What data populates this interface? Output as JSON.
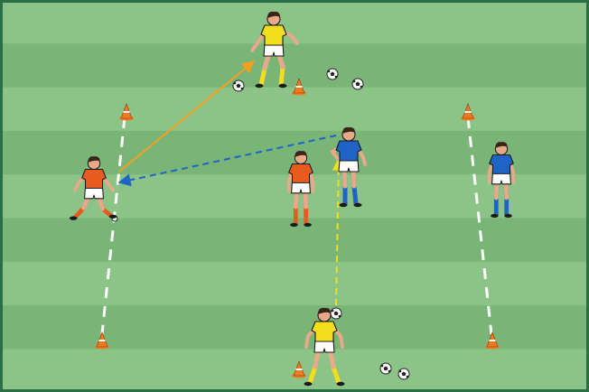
{
  "diagram": {
    "colors": {
      "frame": "#2a6e45",
      "stripe_light": "#8cc387",
      "stripe_dark": "#79b577",
      "team_red": "#e85a1e",
      "team_red_shorts": "#ffffff",
      "team_blue": "#1f63c6",
      "team_blue_shorts": "#ffffff",
      "neutral_yellow": "#f2de1f",
      "neutral_yellow_shorts": "#ffffff",
      "skin": "#e7a98a",
      "hair": "#3a2418",
      "sock_red": "#e85a1e",
      "sock_blue": "#1f63c6",
      "sock_yellow": "#f2de1f",
      "cone": "#f07a20",
      "cone_stripe": "#ffffff",
      "line_white": "#ffffff",
      "arrow_orange": "#f3a020",
      "arrow_blue": "#1f63c6",
      "arrow_yellow": "#f2de1f"
    },
    "players": [
      {
        "id": "yellow-top",
        "team": "yellow",
        "pose": "run-right"
      },
      {
        "id": "yellow-bottom",
        "team": "yellow",
        "pose": "back"
      },
      {
        "id": "red-left",
        "team": "red",
        "pose": "crouch"
      },
      {
        "id": "red-center",
        "team": "red",
        "pose": "stand"
      },
      {
        "id": "blue-center",
        "team": "blue",
        "pose": "header"
      },
      {
        "id": "blue-right",
        "team": "blue",
        "pose": "stand"
      }
    ],
    "passes": [
      {
        "id": "pass-red-to-yellow",
        "style": "solid",
        "color": "orange"
      },
      {
        "id": "pass-blue-to-red",
        "style": "dashed",
        "color": "blue"
      },
      {
        "id": "run-yellow-up",
        "style": "dashed",
        "color": "yellow"
      }
    ],
    "cones_count": 6,
    "balls_count": 7,
    "lines": [
      {
        "id": "left-boundary-line",
        "style": "dashed",
        "color": "white"
      },
      {
        "id": "right-boundary-line",
        "style": "dashed",
        "color": "white"
      }
    ]
  }
}
